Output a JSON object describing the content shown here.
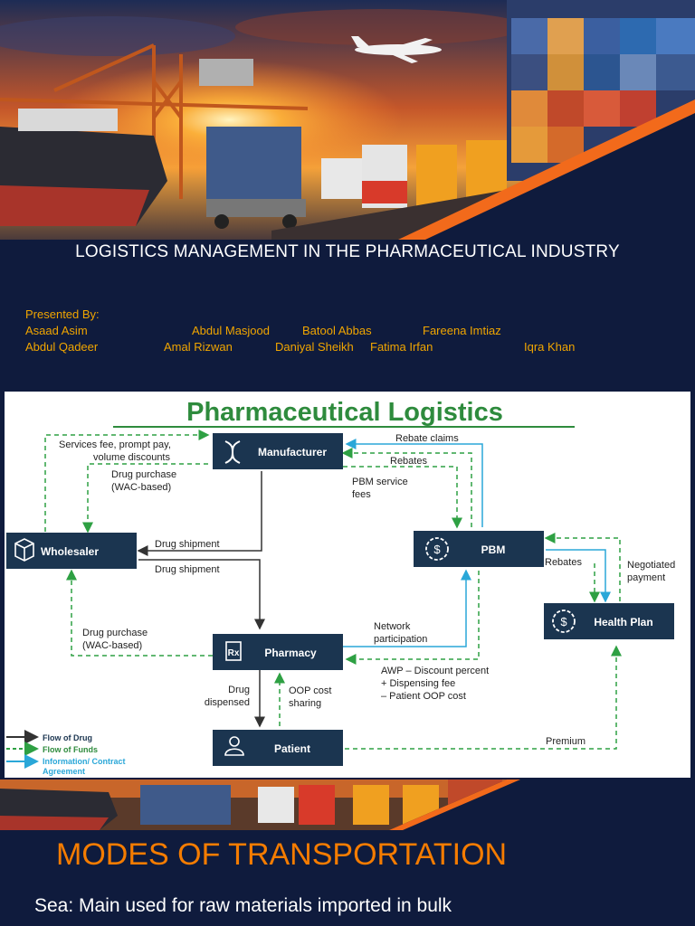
{
  "slide1": {
    "title": "LOGISTICS MANAGEMENT IN THE PHARMACEUTICAL INDUSTRY",
    "presented_by": "Presented By:",
    "names": [
      "Asaad Asim",
      "Abdul Masjood",
      "Batool Abbas",
      "Fareena Imtiaz",
      "Abdul Qadeer",
      "Amal Rizwan",
      "Daniyal Sheikh",
      "Fatima Irfan",
      "Iqra Khan"
    ]
  },
  "diagram": {
    "title": "Pharmaceutical Logistics",
    "nodes": {
      "manufacturer": "Manufacturer",
      "wholesaler": "Wholesaler",
      "pbm": "PBM",
      "health_plan": "Health Plan",
      "pharmacy": "Pharmacy",
      "patient": "Patient"
    },
    "labels": {
      "services_fee_1": "Services fee, prompt pay,",
      "services_fee_2": "volume discounts",
      "drug_purchase_1a": "Drug purchase",
      "drug_purchase_1b": "(WAC-based)",
      "rebate_claims": "Rebate claims",
      "rebates_top": "Rebates",
      "pbm_fees_1": "PBM service",
      "pbm_fees_2": "fees",
      "drug_shipment_1": "Drug shipment",
      "drug_shipment_2": "Drug shipment",
      "rebates_right": "Rebates",
      "negotiated_1": "Negotiated",
      "negotiated_2": "payment",
      "network_1": "Network",
      "network_2": "participation",
      "drug_purchase_2a": "Drug purchase",
      "drug_purchase_2b": "(WAC-based)",
      "awp_1": "AWP – Discount percent",
      "awp_2": "+ Dispensing fee",
      "awp_3": "– Patient OOP cost",
      "drug_dispensed_1": "Drug",
      "drug_dispensed_2": "dispensed",
      "oop_1": "OOP cost",
      "oop_2": "sharing",
      "premium": "Premium"
    },
    "legend": {
      "flow_drug": "Flow of Drug",
      "flow_funds": "Flow of Funds",
      "info_1": "Information/ Contract",
      "info_2": "Agreement"
    },
    "colors": {
      "node_fill": "#1b3550",
      "title_green": "#2e8b3d",
      "funds_green": "#2ea043",
      "info_blue": "#2aa7d8",
      "drug_dark": "#333333"
    },
    "icons": {
      "manufacturer": "dna-icon",
      "wholesaler": "box-icon",
      "pbm": "dollar-gear-icon",
      "health_plan": "dollar-gear-icon",
      "pharmacy": "rx-icon",
      "patient": "person-icon"
    }
  },
  "slide3": {
    "heading": "MODES OF TRANSPORTATION",
    "sea_text": "Sea: Main used for raw materials imported in bulk"
  }
}
